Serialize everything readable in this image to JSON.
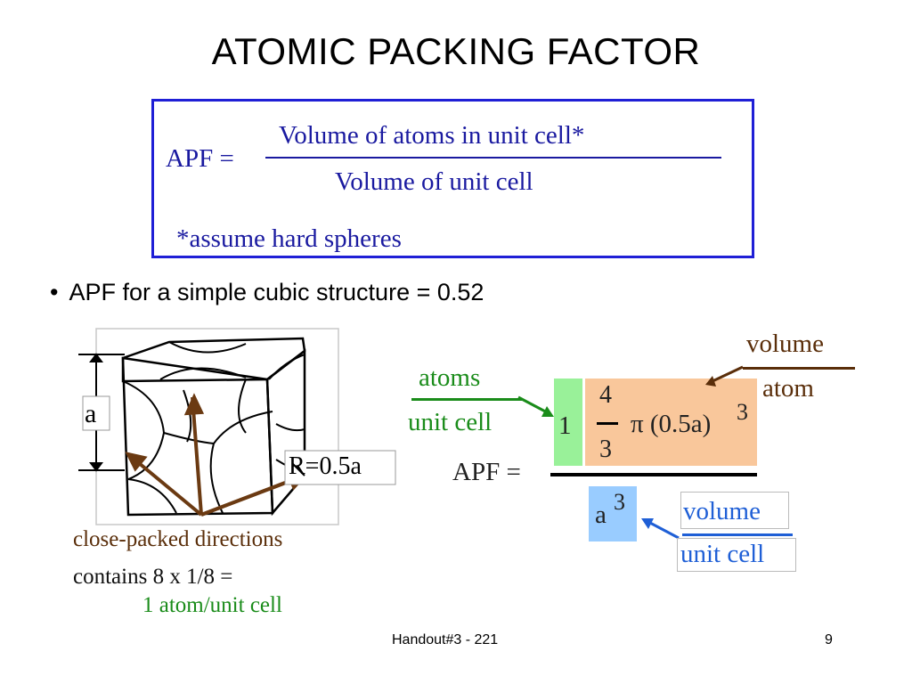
{
  "title": "ATOMIC PACKING FACTOR",
  "definition": {
    "lhs": "APF =",
    "numerator": "Volume of atoms in unit cell*",
    "denominator": "Volume of unit cell",
    "footnote": "*assume hard spheres"
  },
  "bullet": {
    "marker": "•",
    "text": "APF for a simple cubic structure = 0.52"
  },
  "figure": {
    "edge_label": "a",
    "radius_label": "R=0.5a",
    "caption_directions": "close-packed directions",
    "caption_contains": "contains 8 x 1/8 =",
    "caption_atoms": "1  atom/unit cell"
  },
  "calc": {
    "atoms_label": "atoms",
    "unit_cell_label": "unit cell",
    "count": "1",
    "frac_num": "4",
    "frac_den": "3",
    "pi_term": "π (0.5a)",
    "exponent": "3",
    "apf_lhs": "APF =",
    "denom_base": "a",
    "denom_exp": "3",
    "volume_label": "volume",
    "atom_label": "atom",
    "volume_label_2": "volume",
    "unit_cell_label_2": "unit cell"
  },
  "colors": {
    "brown": "#5a2e0a",
    "green": "#1a8c1a",
    "blue": "#1f5fd6",
    "box_green": "#99f199",
    "box_orange": "#f9c79b",
    "box_blue": "#99ccff"
  },
  "footer": {
    "handout": "Handout#3 - 221",
    "page_number": "9"
  }
}
